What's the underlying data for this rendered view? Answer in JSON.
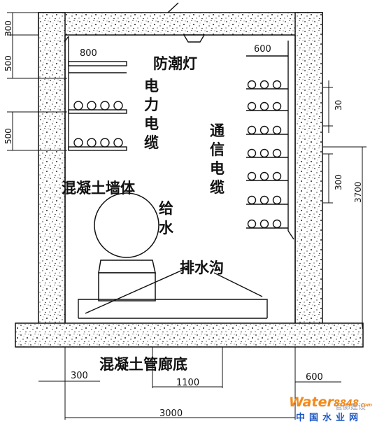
{
  "labels": {
    "moisture_lamp": "防潮灯",
    "power_cable": "电力电缆",
    "comm_cable": "通信电缆",
    "concrete_wall": "混凝土墙体",
    "water_supply": "给水",
    "drain_ditch": "排水沟",
    "concrete_base": "混凝土管廊底"
  },
  "dimensions": {
    "d_300_top": "300",
    "d_500_top": "500",
    "d_500_mid": "500",
    "d_800": "800",
    "d_600_top": "600",
    "d_30": "30",
    "d_300_right": "300",
    "d_3700": "3700",
    "d_300_bottom": "300",
    "d_1100": "1100",
    "d_600_bottom": "600",
    "d_3000": "3000"
  },
  "watermark": {
    "brand_main": "Water",
    "brand_num": "8848",
    "brand_suffix": ".com",
    "tagline": "中国水业网",
    "overlay": "管廊建设"
  },
  "colors": {
    "line": "#111111",
    "concrete_fill": "#ffffff",
    "brand_orange": "#f28a1d",
    "brand_blue": "#1a56c4"
  }
}
